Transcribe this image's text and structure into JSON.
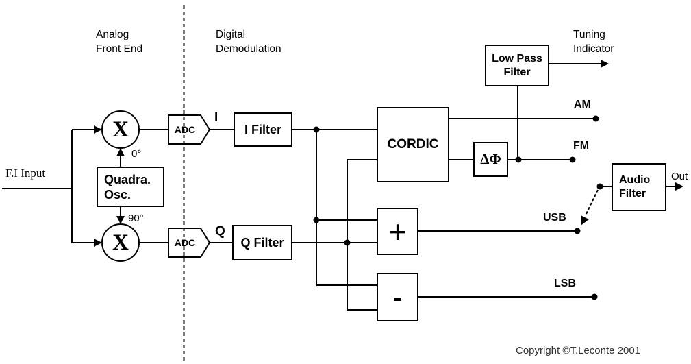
{
  "colors": {
    "ink": "#000000",
    "background": "#ffffff"
  },
  "sections": {
    "analog": {
      "line1": "Analog",
      "line2": "Front End"
    },
    "digital": {
      "line1": "Digital",
      "line2": "Demodulation"
    }
  },
  "input": {
    "label": "F.I Input"
  },
  "oscillator": {
    "title_line1": "Quadra.",
    "title_line2": "Osc.",
    "phase_top": "0°",
    "phase_bottom": "90°"
  },
  "mixers": {
    "symbol": "X"
  },
  "adc": {
    "label": "ADC"
  },
  "signals": {
    "i": "I",
    "q": "Q"
  },
  "blocks": {
    "i_filter": "I Filter",
    "q_filter": "Q Filter",
    "cordic": "CORDIC",
    "delta_phi": "ΔΦ",
    "low_pass": {
      "line1": "Low Pass",
      "line2": "Filter"
    },
    "audio": {
      "line1": "Audio",
      "line2": "Filter"
    },
    "adder": "+",
    "subtractor": "-"
  },
  "outputs": {
    "tuning": {
      "line1": "Tuning",
      "line2": "Indicator"
    },
    "am": "AM",
    "fm": "FM",
    "usb": "USB",
    "lsb": "LSB",
    "out": "Out"
  },
  "footer": {
    "copyright": "Copyright ©T.Leconte 2001"
  }
}
